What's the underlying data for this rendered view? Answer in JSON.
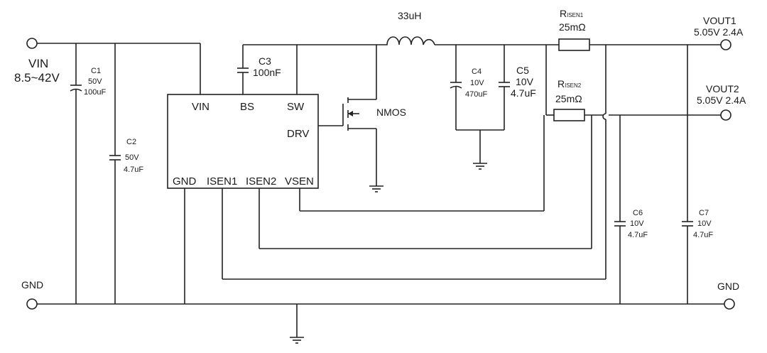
{
  "terminals": {
    "vin": {
      "name": "VIN",
      "range": "8.5~42V"
    },
    "vout1": {
      "name": "VOUT1",
      "rating": "5.05V 2.4A"
    },
    "vout2": {
      "name": "VOUT2",
      "rating": "5.05V 2.4A"
    },
    "gnd_left": {
      "name": "GND"
    },
    "gnd_right": {
      "name": "GND"
    }
  },
  "ic": {
    "pins": {
      "vin": "VIN",
      "bs": "BS",
      "sw": "SW",
      "drv": "DRV",
      "gnd": "GND",
      "isen1": "ISEN1",
      "isen2": "ISEN2",
      "vsen": "VSEN"
    }
  },
  "components": {
    "c1": {
      "name": "C1",
      "voltage": "50V",
      "value": "100uF"
    },
    "c2": {
      "name": "C2",
      "voltage": "50V",
      "value": "4.7uF"
    },
    "c3": {
      "name": "C3",
      "value": "100nF"
    },
    "c4": {
      "name": "C4",
      "voltage": "10V",
      "value": "470uF"
    },
    "c5": {
      "name": "C5",
      "voltage": "10V",
      "value": "4.7uF"
    },
    "c6": {
      "name": "C6",
      "voltage": "10V",
      "value": "4.7uF"
    },
    "c7": {
      "name": "C7",
      "voltage": "10V",
      "value": "4.7uF"
    },
    "inductor": {
      "value": "33uH"
    },
    "mosfet": {
      "name": "NMOS"
    },
    "r_isen1": {
      "name_main": "R",
      "name_sub": "ISEN1",
      "value": "25mΩ"
    },
    "r_isen2": {
      "name_main": "R",
      "name_sub": "ISEN2",
      "value": "25mΩ"
    }
  },
  "colors": {
    "wire": "#222222",
    "background": "#ffffff"
  }
}
